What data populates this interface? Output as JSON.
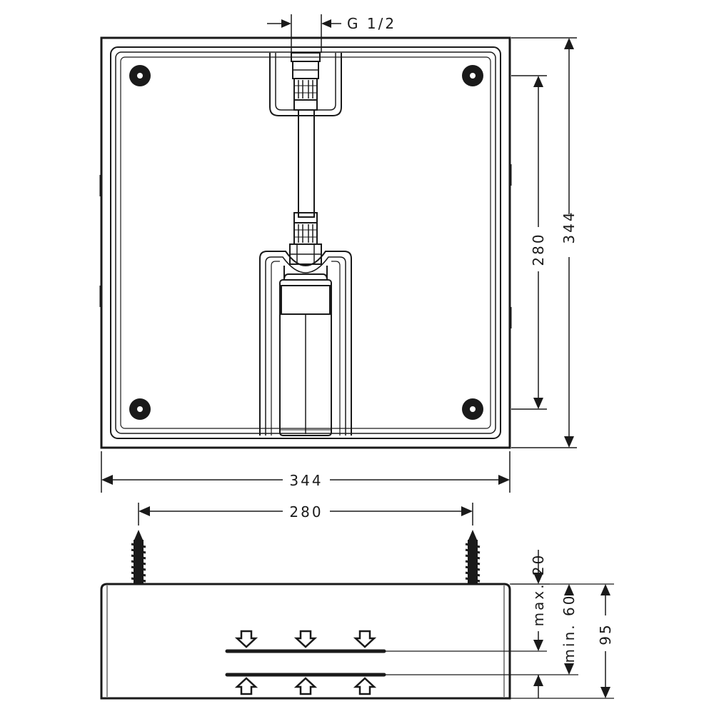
{
  "top_view": {
    "connection_label": "G 1/2",
    "width_label": "344",
    "height_label": "344",
    "screw_spacing_label": "280"
  },
  "side_view": {
    "screw_spacing_label": "280",
    "max_label": "max. 20",
    "min_label": "min. 60",
    "depth_label": "95"
  },
  "colors": {
    "ink": "#1a1a1a",
    "paper": "#ffffff"
  }
}
